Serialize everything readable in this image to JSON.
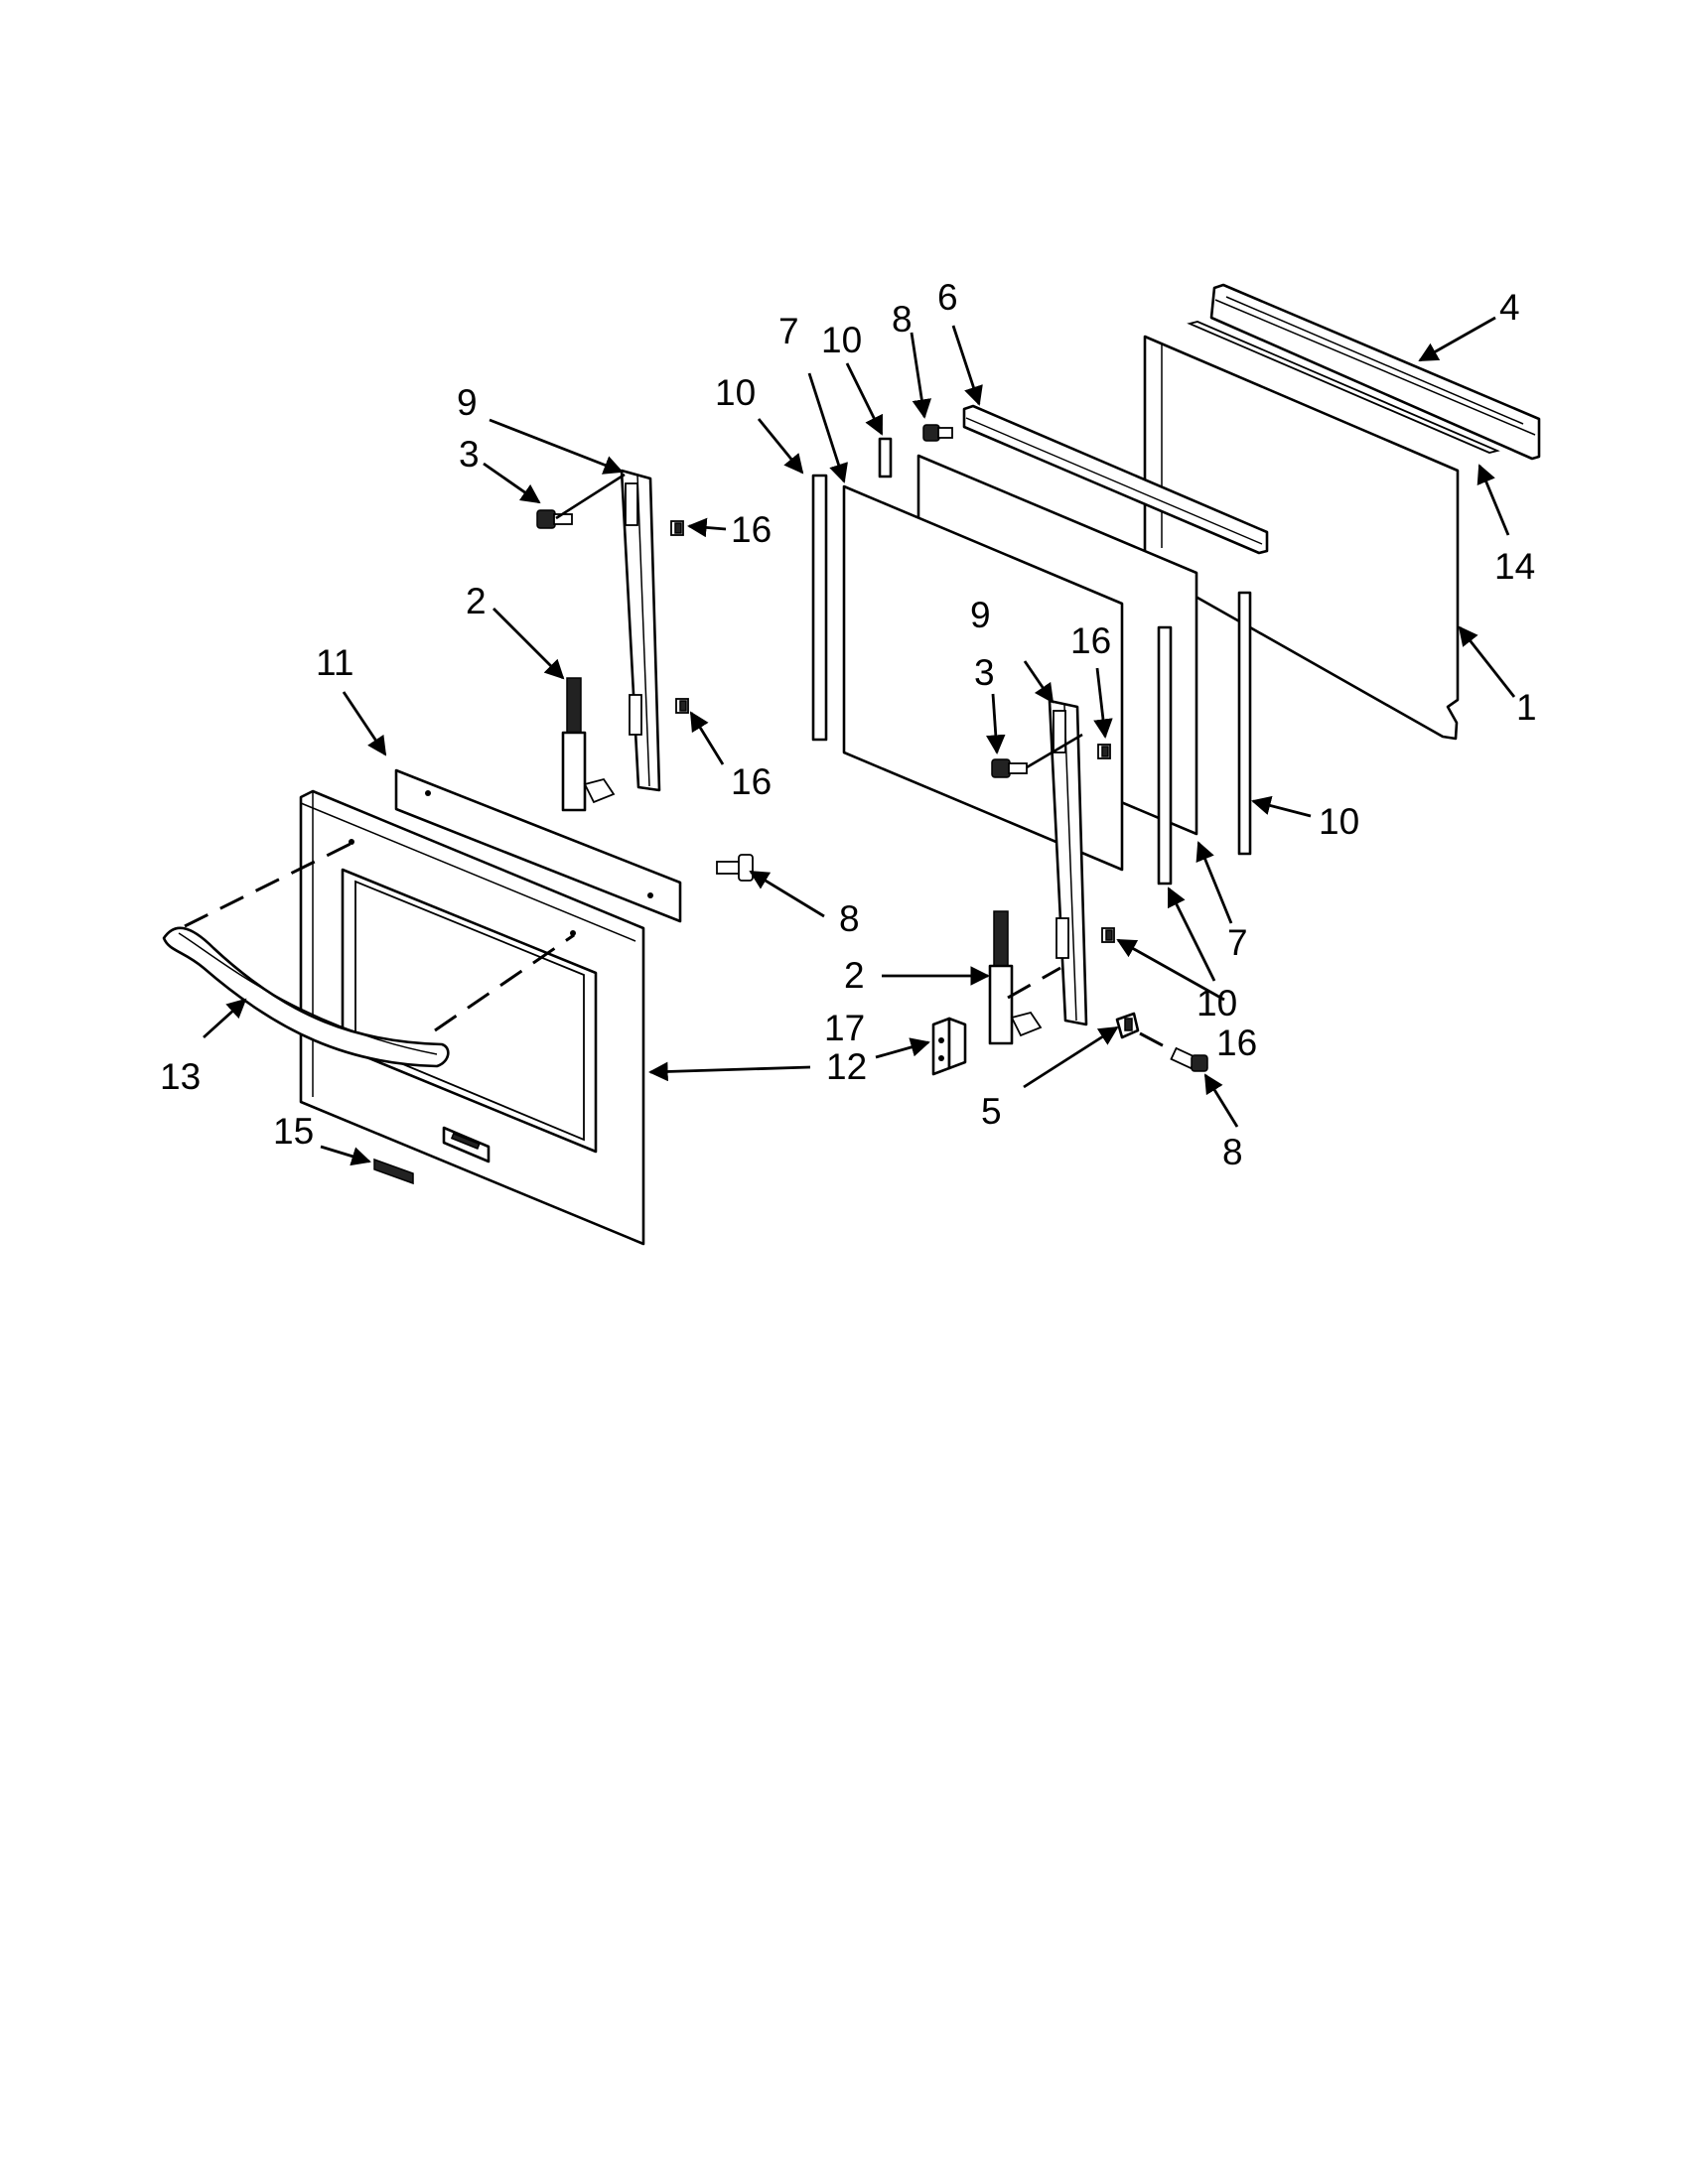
{
  "diagram": {
    "part_labels": {
      "p1": "1",
      "p2_left": "2",
      "p2_right": "2",
      "p3_left": "3",
      "p3_right": "3",
      "p4": "4",
      "p5": "5",
      "p6": "6",
      "p7_left": "7",
      "p7_right": "7",
      "p8_top": "8",
      "p8_mid": "8",
      "p8_bottom": "8",
      "p9_left": "9",
      "p9_right": "9",
      "p10_a": "10",
      "p10_b": "10",
      "p10_c": "10",
      "p10_d": "10",
      "p11": "11",
      "p12": "12",
      "p13": "13",
      "p14": "14",
      "p15": "15",
      "p16_a": "16",
      "p16_b": "16",
      "p16_c": "16",
      "p16_d": "16",
      "p17": "17"
    }
  }
}
